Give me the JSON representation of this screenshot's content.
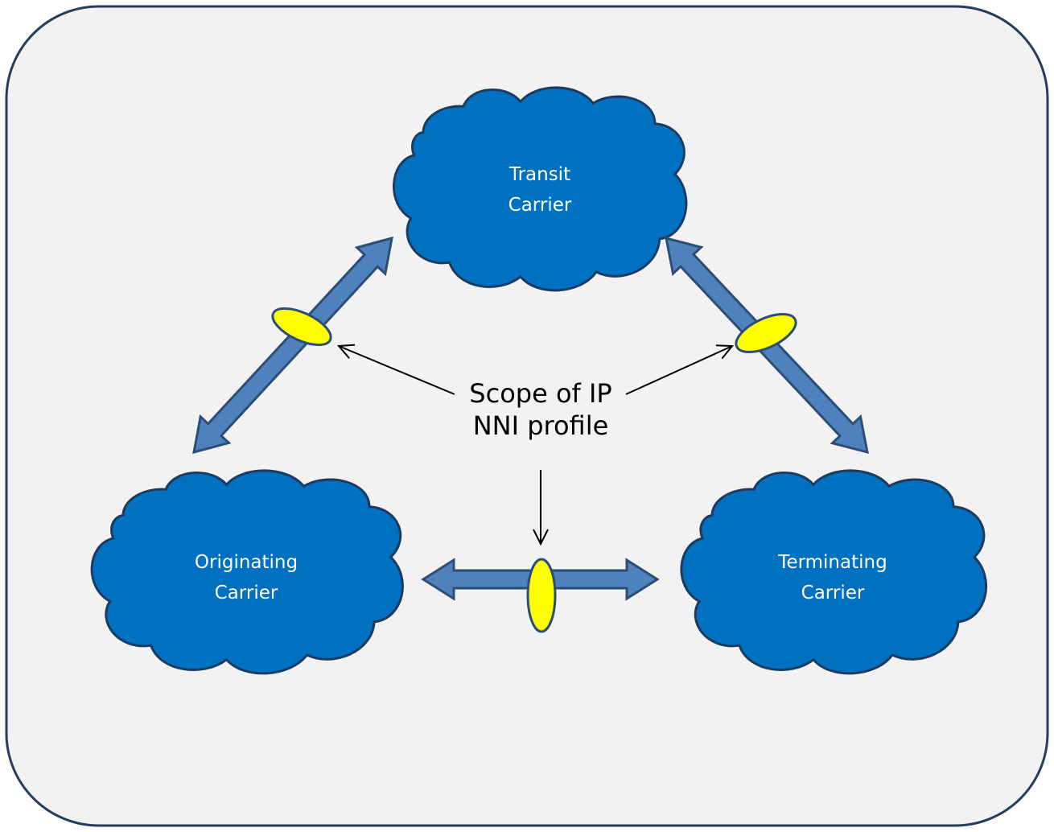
{
  "colors": {
    "frame_fill": "#f2f2f2",
    "frame_stroke": "#243e5c",
    "cloud_fill": "#0070c0",
    "cloud_stroke": "#1f3a5f",
    "link_arrow_fill": "#4f81bd",
    "link_arrow_stroke": "#2c4d75",
    "nni_ellipse_fill": "#ffff00",
    "nni_ellipse_stroke": "#2c4d75",
    "pointer_stroke": "#000000"
  },
  "clouds": {
    "transit": {
      "line1": "Transit",
      "line2": "Carrier"
    },
    "originating": {
      "line1": "Originating",
      "line2": "Carrier"
    },
    "terminating": {
      "line1": "Terminating",
      "line2": "Carrier"
    }
  },
  "scope_label": {
    "line1": "Scope of IP",
    "line2": "NNI profile"
  }
}
